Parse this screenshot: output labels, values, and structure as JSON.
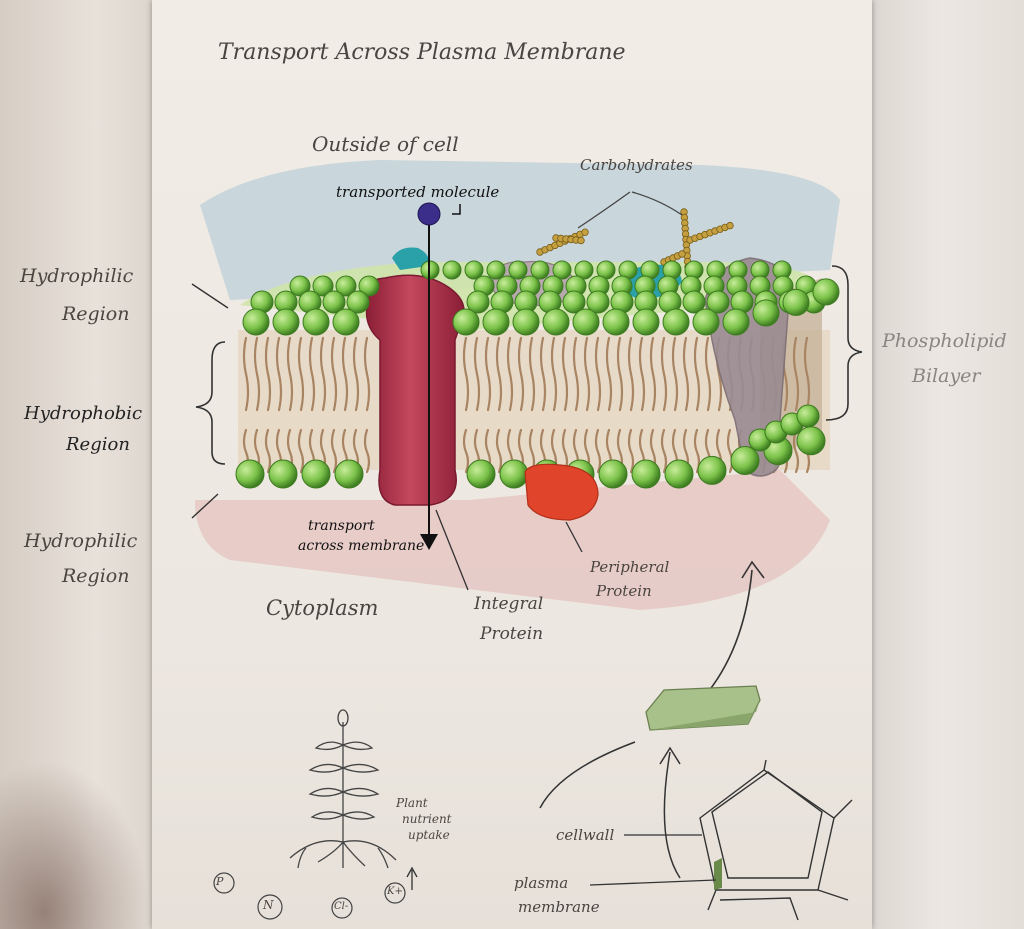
{
  "title": "Transport Across Plasma Membrane",
  "labels": {
    "outside": "Outside of cell",
    "carbohydrates": "Carbohydrates",
    "transported_molecule": "transported molecule",
    "hydrophilic_top_1": "Hydrophilic",
    "hydrophilic_top_2": "Region",
    "hydrophobic_1": "Hydrophobic",
    "hydrophobic_2": "Region",
    "hydrophilic_bottom_1": "Hydrophilic",
    "hydrophilic_bottom_2": "Region",
    "phospholipid_1": "Phospholipid",
    "phospholipid_2": "Bilayer",
    "transport_1": "transport",
    "transport_2": "across membrane",
    "cytoplasm": "Cytoplasm",
    "integral_1": "Integral",
    "integral_2": "Protein",
    "peripheral_1": "Peripheral",
    "peripheral_2": "Protein",
    "plant_1": "Plant",
    "plant_2": "nutrient",
    "plant_3": "uptake",
    "cellwall": "cellwall",
    "plasma_1": "plasma",
    "plasma_2": "membrane"
  },
  "nutrients": [
    "P",
    "N",
    "Cl-",
    "K+"
  ],
  "colors": {
    "head_green": "#7cc34a",
    "tail_brown": "#a88462",
    "integral_protein": "#a8324a",
    "peripheral_protein": "#e0442a",
    "glycoprotein_teal": "#2aa0a8",
    "molecule_purple": "#3a2e8a",
    "outside_blue": "#a9c4d6",
    "cytoplasm_pink": "#e2b9b8"
  }
}
